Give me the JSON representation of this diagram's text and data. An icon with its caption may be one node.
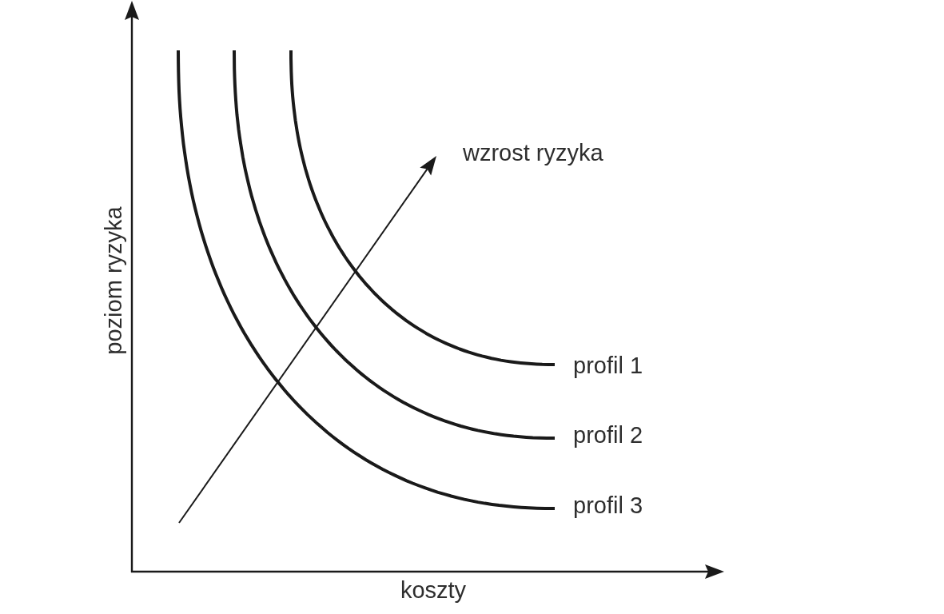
{
  "diagram": {
    "labels": [
      "wzrost ryzyka",
      "poziom ryzyka",
      "profil 1",
      "profil 2",
      "profil 3",
      "koszty"
    ]
  }
}
